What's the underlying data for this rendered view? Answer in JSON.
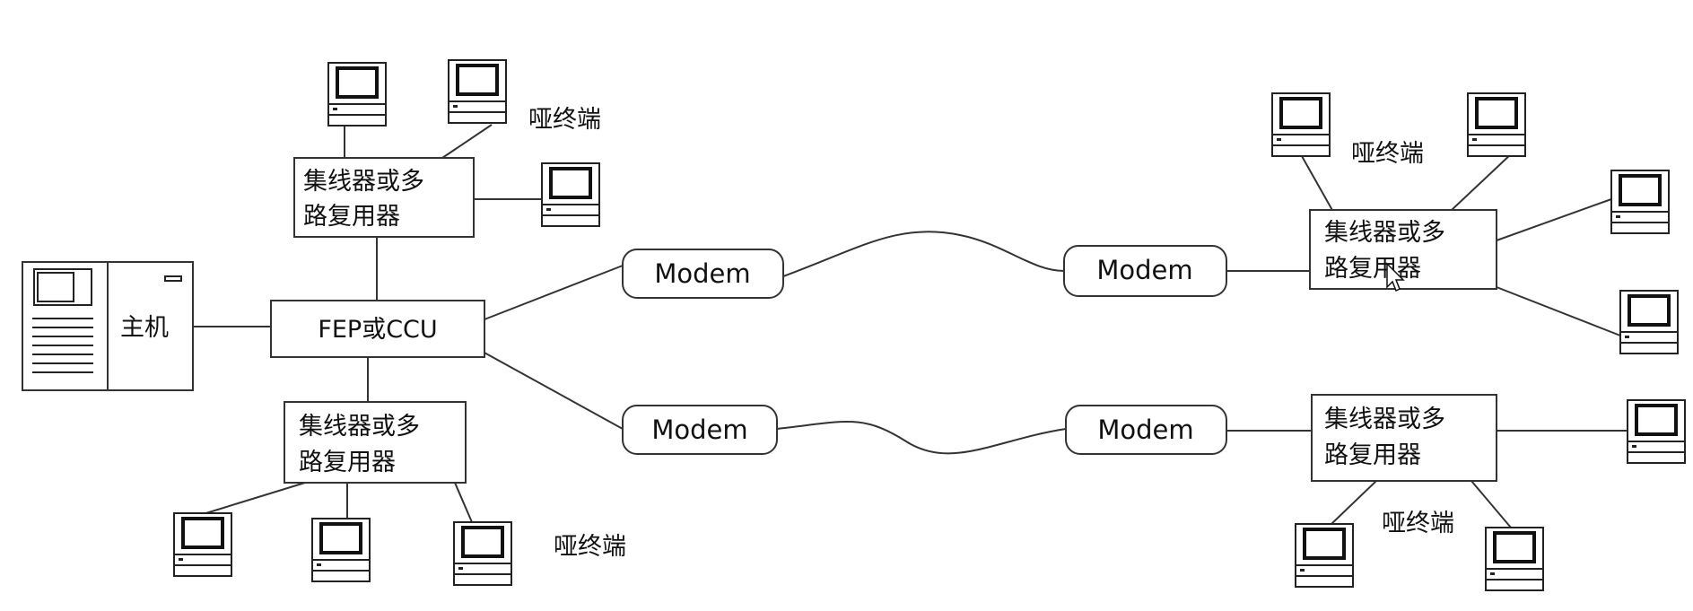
{
  "host": {
    "label": "主机"
  },
  "fep": {
    "label": "FEP或CCU"
  },
  "concentrators": [
    {
      "line1": "集线器或多",
      "line2": "路复用器"
    },
    {
      "line1": "集线器或多",
      "line2": "路复用器"
    },
    {
      "line1": "集线器或多",
      "line2": "路复用器"
    },
    {
      "line1": "集线器或多",
      "line2": "路复用器"
    }
  ],
  "modems": [
    {
      "label": "Modem"
    },
    {
      "label": "Modem"
    },
    {
      "label": "Modem"
    },
    {
      "label": "Modem"
    }
  ],
  "terminal_labels": [
    {
      "label": "哑终端"
    },
    {
      "label": "哑终端"
    },
    {
      "label": "哑终端"
    },
    {
      "label": "哑终端"
    }
  ]
}
